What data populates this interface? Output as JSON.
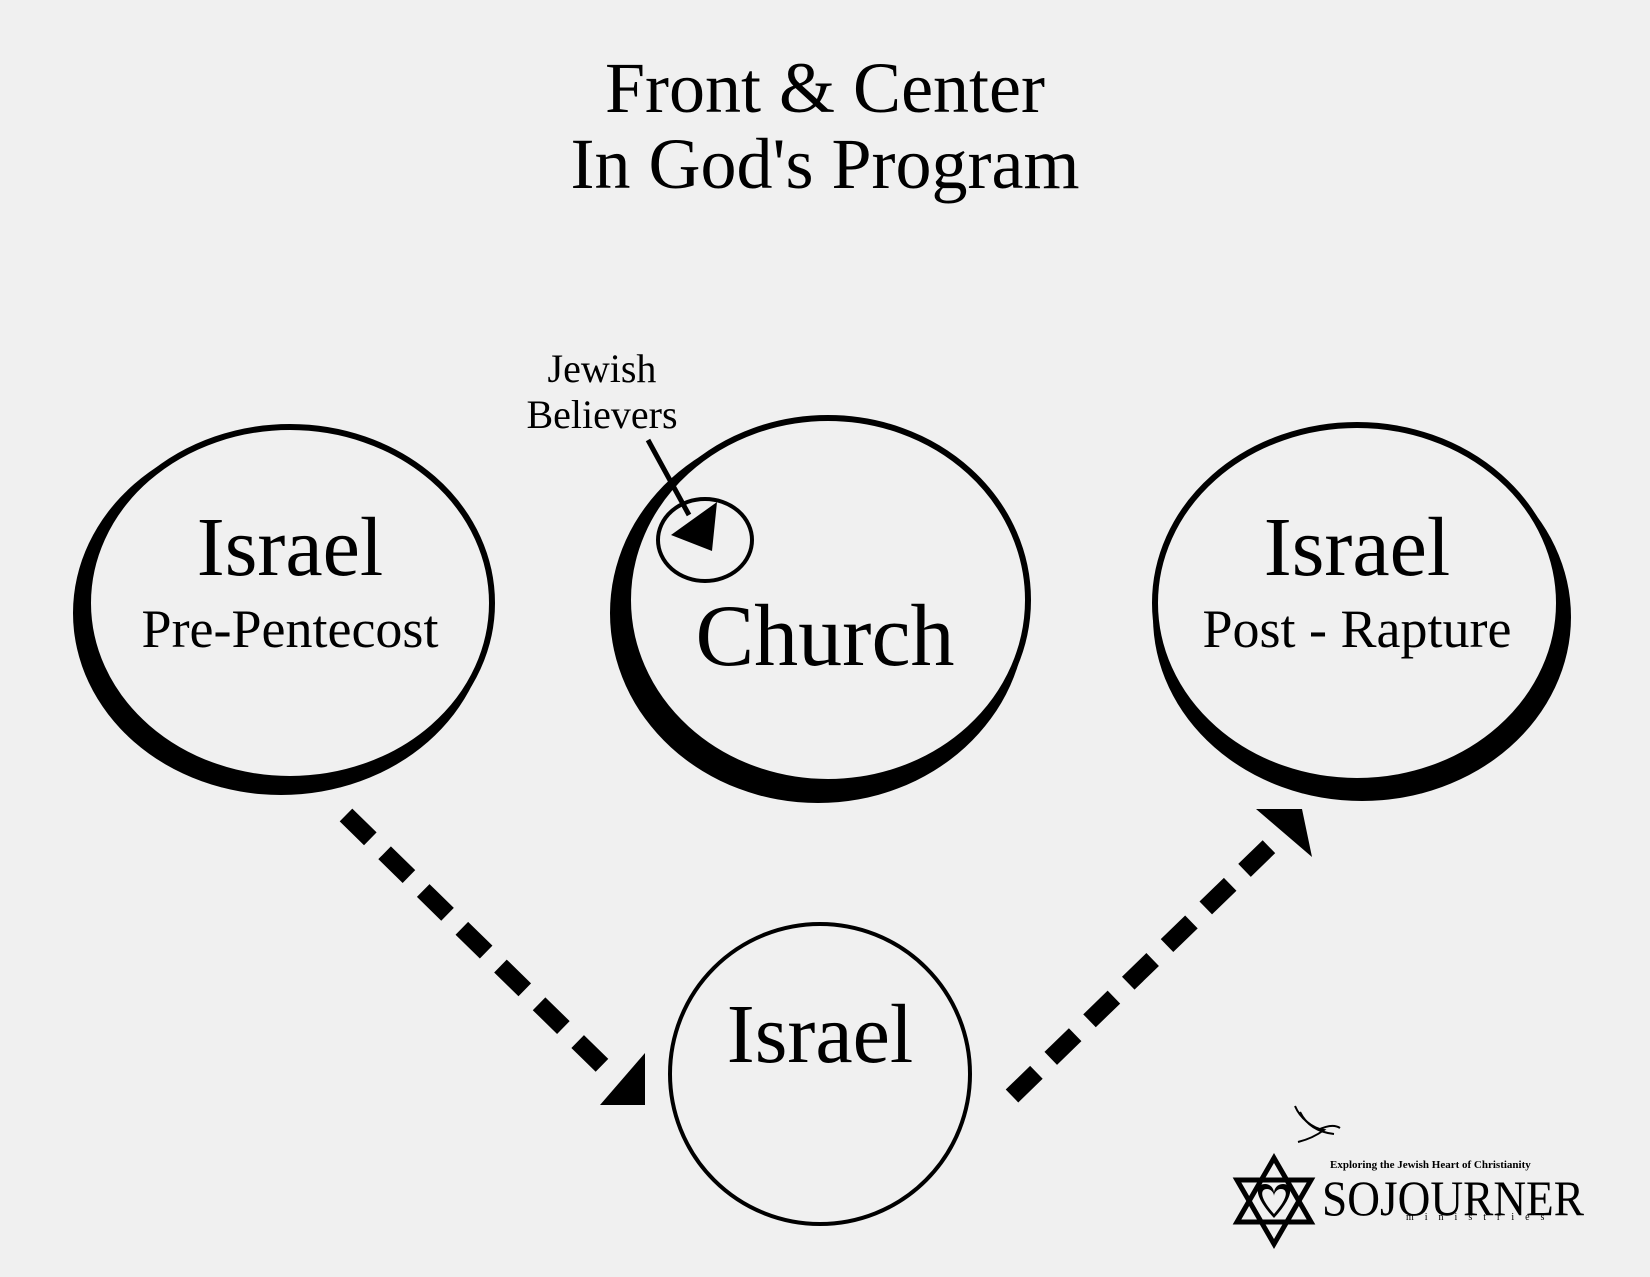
{
  "title": {
    "line1": "Front & Center",
    "line2": "In God's Program"
  },
  "nodes": {
    "israel_pre": {
      "name": "Israel",
      "subtitle": "Pre-Pentecost"
    },
    "church": {
      "name": "Church"
    },
    "israel_post": {
      "name": "Israel",
      "subtitle": "Post - Rapture"
    },
    "israel_bottom": {
      "name": "Israel"
    }
  },
  "annotation": {
    "line1": "Jewish",
    "line2": "Believers"
  },
  "logo": {
    "tagline": "Exploring the Jewish Heart of Christianity",
    "name": "SOJOURNER",
    "sub": "ministries"
  },
  "colors": {
    "background": "#f0f0f0",
    "ink": "#000000"
  }
}
